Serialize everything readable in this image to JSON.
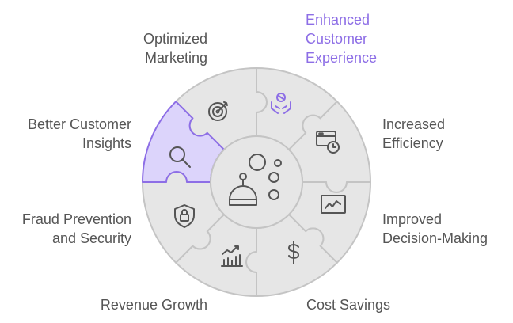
{
  "segments": [
    {
      "key": "enhanced",
      "label": "Enhanced\nCustomer\nExperience",
      "icon": "customer-care-icon",
      "highlighted": true
    },
    {
      "key": "increased",
      "label": "Increased\nEfficiency",
      "icon": "browser-clock-icon",
      "highlighted": false
    },
    {
      "key": "improved",
      "label": "Improved\nDecision-Making",
      "icon": "line-chart-monitor-icon",
      "highlighted": false
    },
    {
      "key": "cost",
      "label": "Cost Savings",
      "icon": "dollar-icon",
      "highlighted": false
    },
    {
      "key": "revenue",
      "label": "Revenue Growth",
      "icon": "bar-chart-growth-icon",
      "highlighted": false
    },
    {
      "key": "fraud",
      "label": "Fraud Prevention\nand Security",
      "icon": "shield-lock-icon",
      "highlighted": false
    },
    {
      "key": "better",
      "label": "Better Customer\nInsights",
      "icon": "magnifier-icon",
      "highlighted": false
    },
    {
      "key": "optimized",
      "label": "Optimized\nMarketing",
      "icon": "target-icon",
      "highlighted": false
    }
  ],
  "center": {
    "icon": "robot-bubbles-icon"
  },
  "colors": {
    "piece_fill": "#e6e6e6",
    "piece_stroke": "#c4c4c4",
    "highlight_fill": "#dcd4fb",
    "highlight_stroke": "#8d6ee6",
    "icon_stroke": "#555555",
    "label_text": "#555555",
    "highlight_text": "#8d6ee6"
  }
}
